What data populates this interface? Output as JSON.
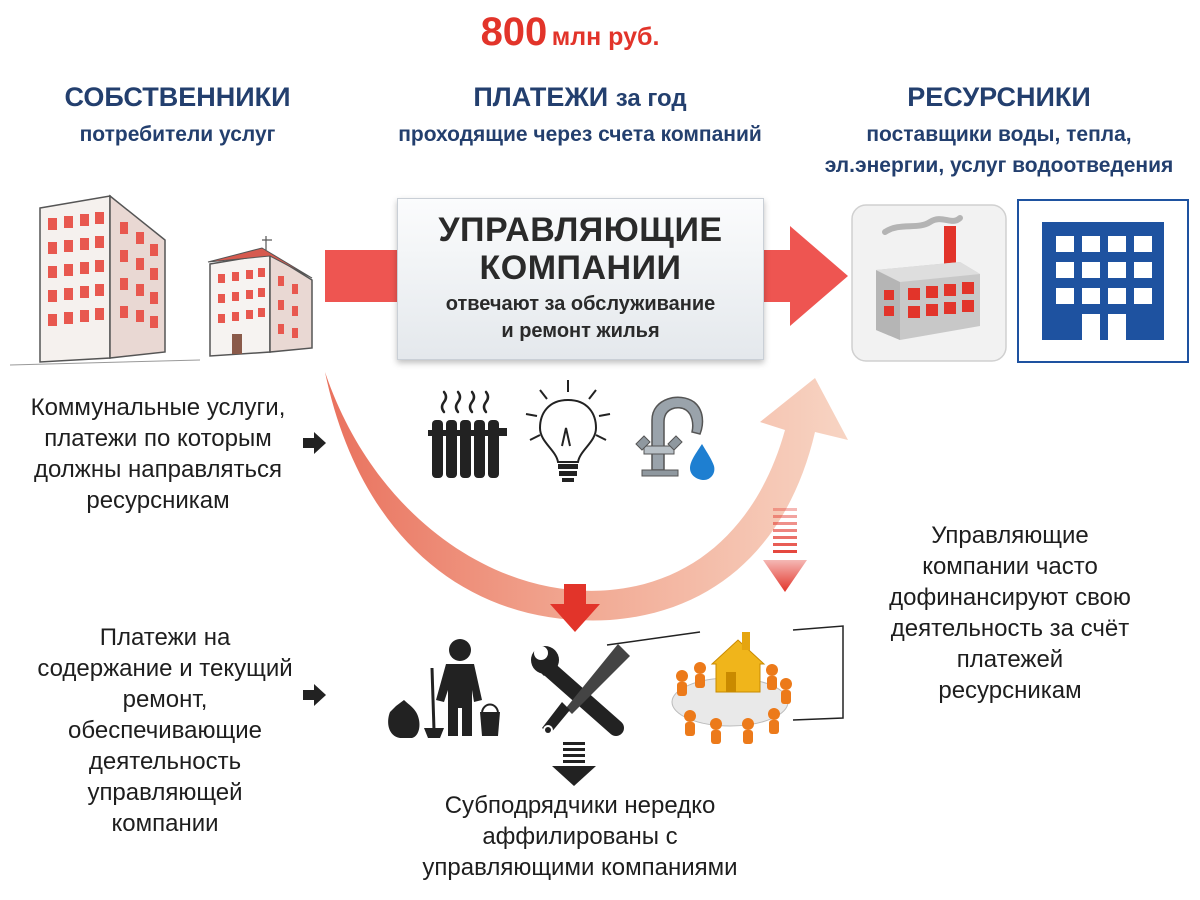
{
  "amount": {
    "value": "800",
    "unit": "млн руб."
  },
  "owners": {
    "title": "СОБСТВЕННИКИ",
    "subtitle": "потребители услуг"
  },
  "payments": {
    "title_bold": "ПЛАТЕЖИ",
    "title_rest": "за год",
    "subtitle": "проходящие через счета компаний"
  },
  "suppliers": {
    "title": "РЕСУРСНИКИ",
    "subtitle_lines": [
      "поставщики воды, тепла,",
      "эл.энергии, услуг водоотведения"
    ]
  },
  "management": {
    "title_lines": [
      "УПРАВЛЯЮЩИЕ",
      "КОМПАНИИ"
    ],
    "subtitle_lines": [
      "отвечают за обслуживание",
      "и ремонт жилья"
    ]
  },
  "utilities_text": [
    "Коммунальные услуги,",
    "платежи по которым",
    "должны направляться",
    "ресурсникам"
  ],
  "maintenance_text": [
    "Платежи на",
    "содержание и текущий",
    "ремонт,",
    "обеспечивающие",
    "деятельность",
    "управляющей",
    "компании"
  ],
  "cofinance_text": [
    "Управляющие",
    "компании часто",
    "дофинансируют свою",
    "деятельность за счёт",
    "платежей",
    "ресурсникам"
  ],
  "subcontractors_text": [
    "Субподрядчики нередко",
    "аффилированы с",
    "управляющими компаниями"
  ],
  "icons": [
    "building-tall-icon",
    "building-small-icon",
    "factory-icon",
    "office-building-icon",
    "radiator-icon",
    "light-bulb-icon",
    "water-tap-icon",
    "janitor-icon",
    "tools-icon",
    "meeting-house-icon"
  ],
  "colors": {
    "accent_red": "#e2342a",
    "navy": "#233f6e",
    "office_blue": "#1e52a0"
  }
}
